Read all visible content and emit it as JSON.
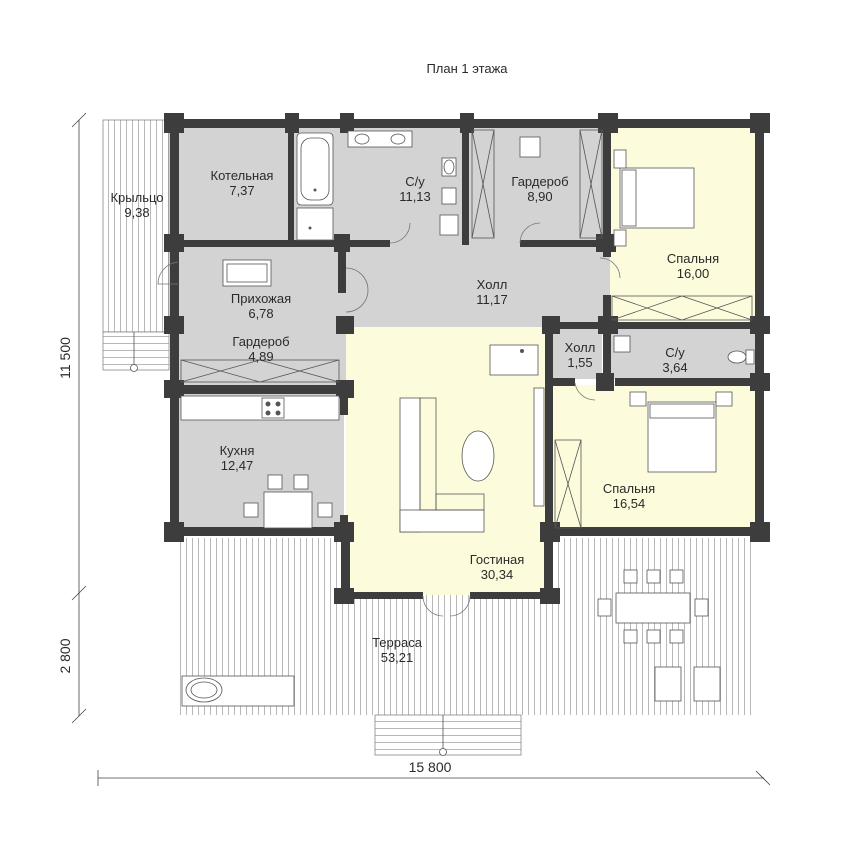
{
  "title": "План 1 этажа",
  "dimensions": {
    "total_width": "15 800",
    "main_depth": "11 500",
    "terrace_depth": "2 800"
  },
  "rooms": [
    {
      "id": "boiler",
      "name": "Котельная",
      "area": "7,37"
    },
    {
      "id": "bath1",
      "name": "С/у",
      "area": "11,13"
    },
    {
      "id": "wardrobe1",
      "name": "Гардероб",
      "area": "8,90"
    },
    {
      "id": "bedroom1",
      "name": "Спальня",
      "area": "16,00"
    },
    {
      "id": "porch",
      "name": "Крыльцо",
      "area": "9,38"
    },
    {
      "id": "entry",
      "name": "Прихожая",
      "area": "6,78"
    },
    {
      "id": "hall1",
      "name": "Холл",
      "area": "11,17"
    },
    {
      "id": "wardrobe2",
      "name": "Гардероб",
      "area": "4,89"
    },
    {
      "id": "hall2",
      "name": "Холл",
      "area": "1,55"
    },
    {
      "id": "bath2",
      "name": "С/у",
      "area": "3,64"
    },
    {
      "id": "kitchen",
      "name": "Кухня",
      "area": "12,47"
    },
    {
      "id": "living",
      "name": "Гостиная",
      "area": "30,34"
    },
    {
      "id": "bedroom2",
      "name": "Спальня",
      "area": "16,54"
    },
    {
      "id": "terrace",
      "name": "Терраса",
      "area": "53,21"
    }
  ],
  "colors": {
    "wall": "#3d3d3d",
    "service_floor": "#d3d3d3",
    "living_floor": "#fcfcdc",
    "deck": "#ffffff"
  }
}
